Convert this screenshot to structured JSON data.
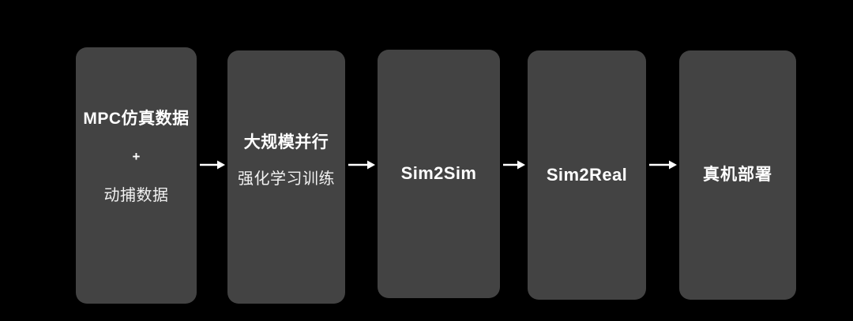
{
  "diagram": {
    "background_color": "#000000",
    "node_fill_color": "#434343",
    "text_color": "#ffffff",
    "arrow_color": "#ffffff",
    "arrow_glyph": "arrow-right-icon",
    "nodes": [
      {
        "id": "mpc-sim-data",
        "lines": [
          {
            "text": "MPC仿真数据",
            "style": "primary"
          },
          {
            "text": "+",
            "style": "plus"
          },
          {
            "text": "动捕数据",
            "style": "secondary"
          }
        ]
      },
      {
        "id": "large-scale-parallel-rl-training",
        "lines": [
          {
            "text": "大规模并行",
            "style": "primary"
          },
          {
            "text": "强化学习训练",
            "style": "secondary"
          }
        ]
      },
      {
        "id": "sim2sim",
        "lines": [
          {
            "text": "Sim2Sim",
            "style": "single"
          }
        ]
      },
      {
        "id": "sim2real",
        "lines": [
          {
            "text": "Sim2Real",
            "style": "single"
          }
        ]
      },
      {
        "id": "real-robot-deployment",
        "lines": [
          {
            "text": "真机部署",
            "style": "single-cjk"
          }
        ]
      }
    ],
    "arrows": [
      {
        "from": "mpc-sim-data",
        "to": "large-scale-parallel-rl-training"
      },
      {
        "from": "large-scale-parallel-rl-training",
        "to": "sim2sim"
      },
      {
        "from": "sim2sim",
        "to": "sim2real"
      },
      {
        "from": "sim2real",
        "to": "real-robot-deployment"
      }
    ]
  }
}
